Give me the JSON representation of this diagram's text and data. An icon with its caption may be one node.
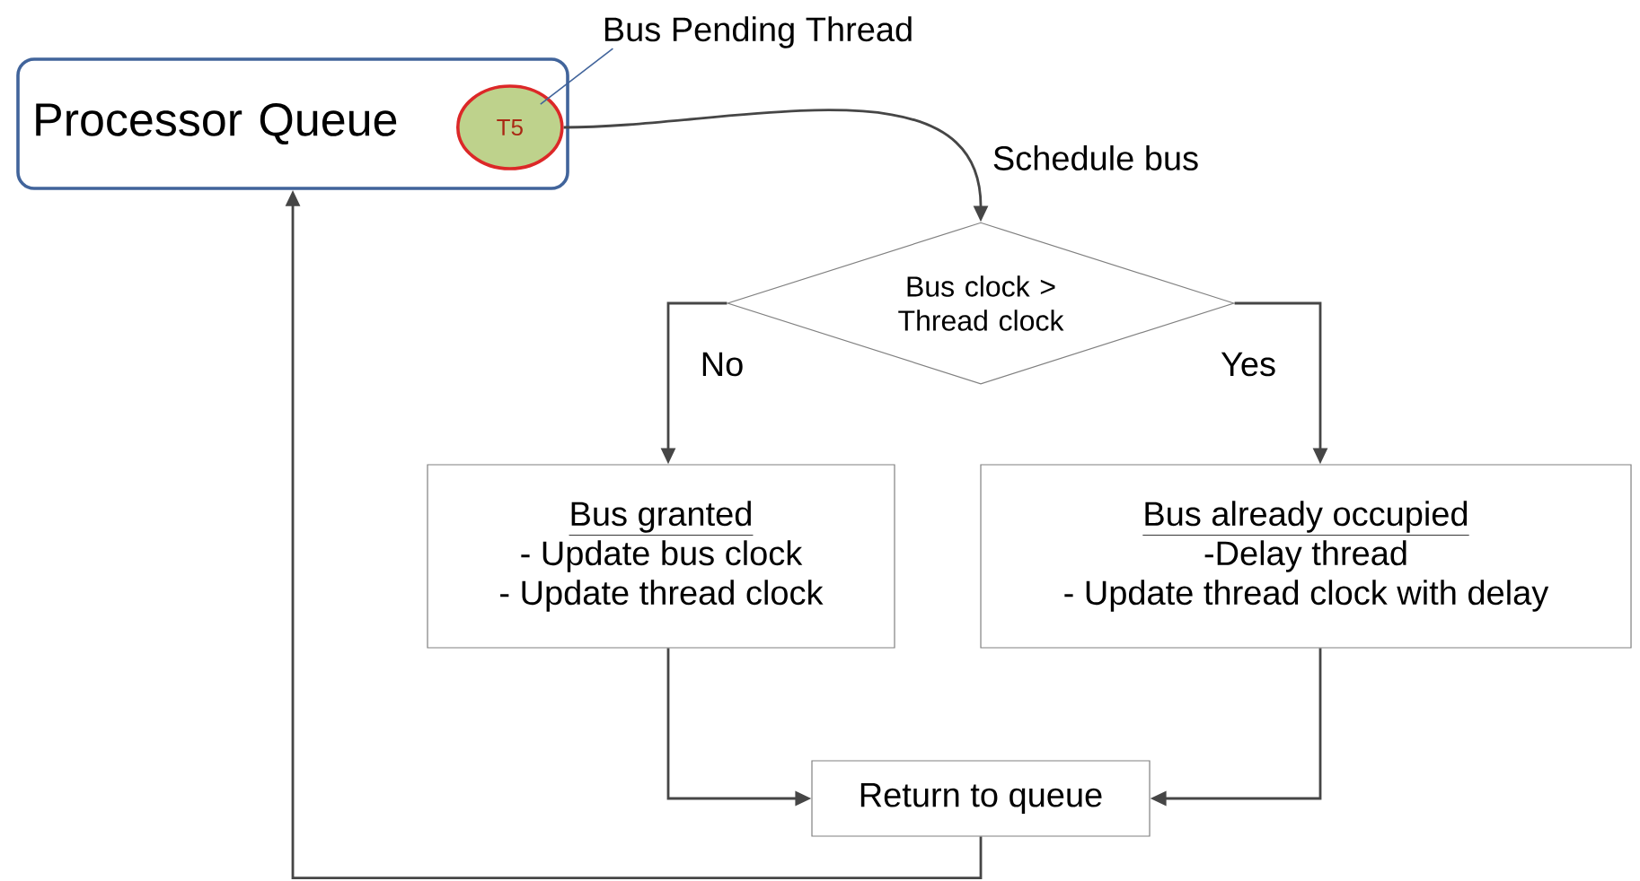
{
  "diagram": {
    "nodes": [
      {
        "text": [
          "Processor Queue"
        ]
      },
      {
        "text": [
          "T5"
        ],
        "in": 0
      },
      {
        "text": [
          "Bus Pending Thread"
        ]
      },
      {
        "text": [
          "Bus clock > Thread clock"
        ]
      },
      {
        "text": [
          "Bus granted",
          "- Update bus clock",
          "- Update thread clock"
        ]
      },
      {
        "text": [
          "Bus already occupied",
          "-Delay thread",
          "- Update thread clock with delay"
        ]
      },
      {
        "text": [
          "Return to queue"
        ]
      }
    ],
    "edges": [
      {
        "from": 2,
        "to": 1,
        "arrow": "none"
      },
      {
        "from": 1,
        "to": 3,
        "arrow": "to",
        "label": "Schedule bus"
      },
      {
        "from": 3,
        "to": 4,
        "arrow": "to",
        "label": "No"
      },
      {
        "from": 3,
        "to": 5,
        "arrow": "to",
        "label": "Yes"
      },
      {
        "from": 4,
        "to": 6,
        "arrow": "to"
      },
      {
        "from": 5,
        "to": 6,
        "arrow": "to"
      },
      {
        "from": 6,
        "to": 0,
        "arrow": "to"
      }
    ]
  }
}
